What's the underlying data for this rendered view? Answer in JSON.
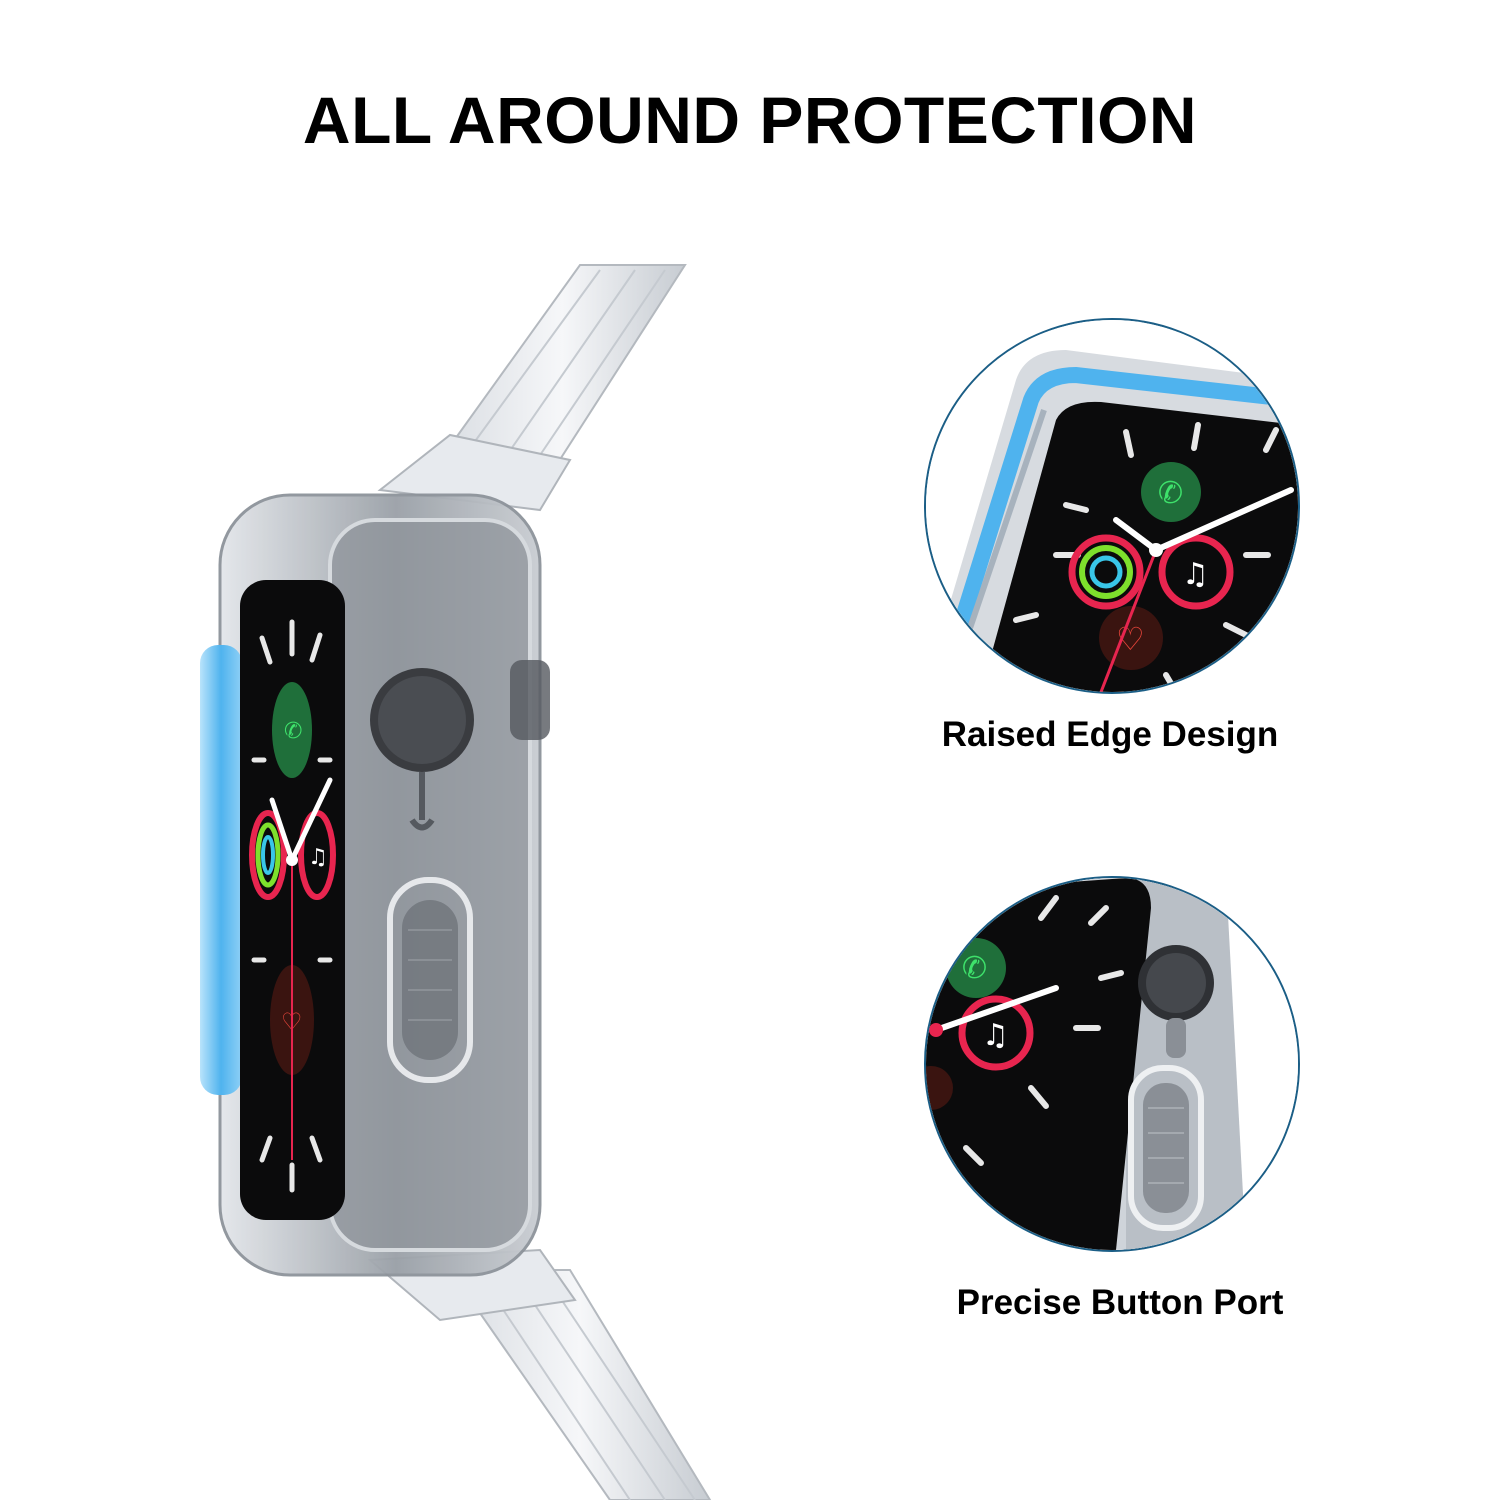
{
  "headline": "ALL AROUND PROTECTION",
  "callouts": [
    {
      "label": "Raised Edge Design"
    },
    {
      "label": "Precise Button Port"
    }
  ],
  "colors": {
    "edge_glow": "#4fb3ee",
    "ring_border": "#1b5e86",
    "screen": "#0b0b0c",
    "case_tint": "#8a8f96",
    "complication_red": "#e8254f",
    "complication_green": "#1f6f3a"
  },
  "icons": [
    "phone-icon",
    "music-note-icon",
    "heart-icon",
    "activity-rings-icon",
    "digital-crown",
    "side-button"
  ]
}
